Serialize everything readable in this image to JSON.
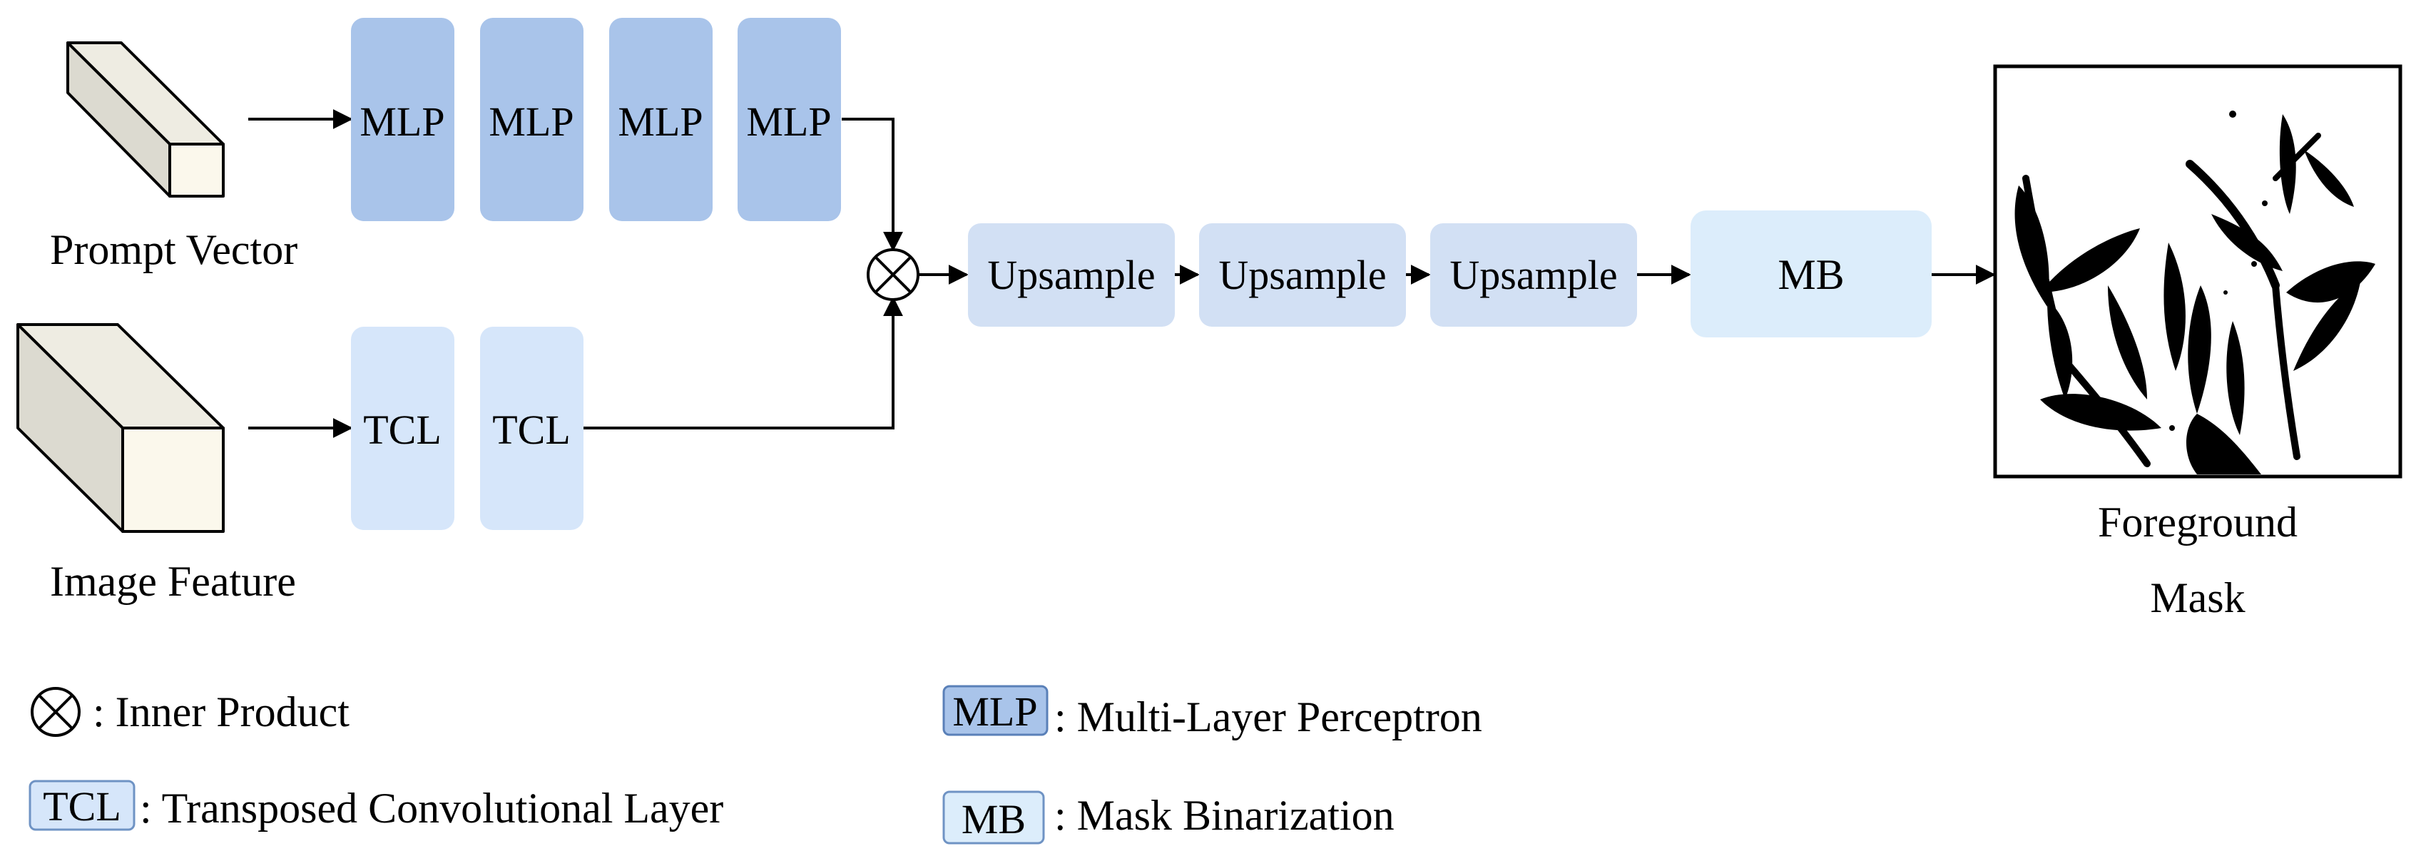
{
  "inputs": {
    "prompt_vector_label": "Prompt Vector",
    "image_feature_label": "Image Feature"
  },
  "blocks": {
    "mlp_label": "MLP",
    "tcl_label": "TCL",
    "upsample_label": "Upsample",
    "mb_label": "MB"
  },
  "output": {
    "line1": "Foreground",
    "line2": "Mask"
  },
  "legend": {
    "inner_product": ": Inner Product",
    "tcl_abbr": "TCL",
    "tcl_text": ": Transposed Convolutional Layer",
    "mlp_abbr": "MLP",
    "mlp_text": ": Multi-Layer Perceptron",
    "mb_abbr": "MB",
    "mb_text": ": Mask Binarization"
  },
  "colors": {
    "mlp_fill": "#a9c4ea",
    "tcl_fill": "#d6e6fa",
    "upsample_fill": "#d2e0f4",
    "mb_fill": "#dcedfb",
    "cube_front": "#fbf8ec",
    "cube_side": "#dcdad0",
    "cube_top": "#eeece2"
  },
  "icons": {
    "inner_product": "circled-times-icon",
    "cube": "cube-icon",
    "leaf_mask": "leaf-silhouette-icon"
  }
}
